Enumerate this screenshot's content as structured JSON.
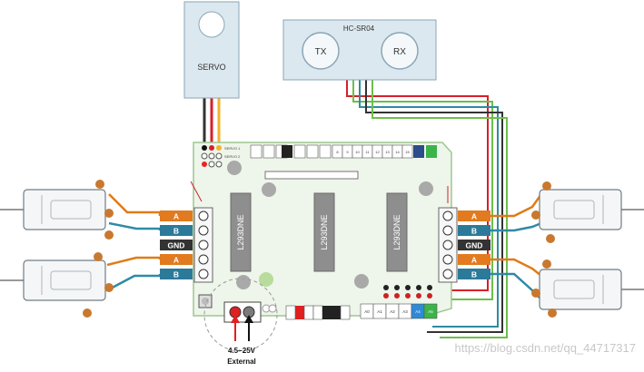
{
  "servo": {
    "label": "SERVO",
    "pin_labels": [
      "SERVO 1",
      "SERVO 2"
    ]
  },
  "sensor": {
    "label": "HC-SR04",
    "tx": "TX",
    "rx": "RX"
  },
  "chips": [
    "L293DNE",
    "L293DNE",
    "L293DNE"
  ],
  "left_terminals": [
    "A",
    "B",
    "GND",
    "A",
    "B"
  ],
  "right_terminals": [
    "A",
    "B",
    "GND",
    "A",
    "B"
  ],
  "power": {
    "voltage": "4.5~25V",
    "source": "External"
  },
  "header_numbers": [
    "8",
    "9",
    "10",
    "11",
    "12",
    "13",
    "14",
    "15"
  ],
  "analog_pins": [
    "A0",
    "A1",
    "A2",
    "A3",
    "A4",
    "A5"
  ],
  "watermark": "https://blog.csdn.net/qq_44717317",
  "colors": {
    "wire_orange": "#e07b17",
    "wire_blue": "#2f8aa5",
    "wire_red": "#d6202a",
    "wire_green": "#6cbf4a",
    "board_fill": "#eef5ea",
    "board_stroke": "#9ec78f",
    "terminal_orange": "#e27a1f",
    "terminal_blue": "#2c7a9a",
    "terminal_dark": "#333333"
  }
}
